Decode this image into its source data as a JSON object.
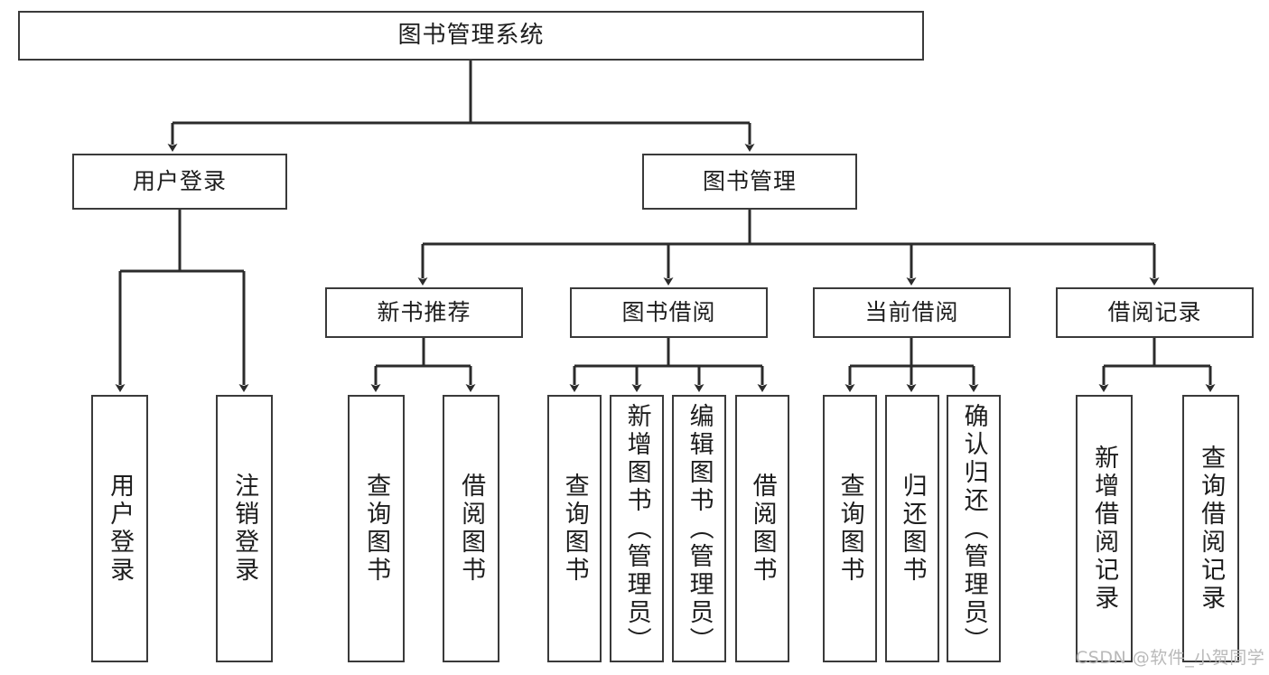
{
  "diagram": {
    "title": "图书管理系统",
    "type": "hierarchy-tree",
    "watermark": "CSDN @软件_小贺同学",
    "colors": {
      "box_border": "#3a3a3a",
      "box_fill": "#ffffff",
      "connector": "#2b2b2b",
      "text": "#1d1d1d",
      "watermark": "#b9b9b9"
    },
    "levels": [
      {
        "level": 0,
        "nodes": [
          {
            "id": "root",
            "label": "图书管理系统"
          }
        ]
      },
      {
        "level": 1,
        "nodes": [
          {
            "id": "login",
            "label": "用户登录"
          },
          {
            "id": "bookmgmt",
            "label": "图书管理"
          }
        ]
      },
      {
        "level": 2,
        "nodes": [
          {
            "id": "newbook",
            "label": "新书推荐"
          },
          {
            "id": "borrow",
            "label": "图书借阅"
          },
          {
            "id": "current",
            "label": "当前借阅"
          },
          {
            "id": "records",
            "label": "借阅记录"
          }
        ]
      },
      {
        "level": 3,
        "nodes": [
          {
            "id": "l1",
            "label": "用户登录"
          },
          {
            "id": "l2",
            "label": "注销登录"
          },
          {
            "id": "l3",
            "label": "查询图书"
          },
          {
            "id": "l4",
            "label": "借阅图书"
          },
          {
            "id": "l5",
            "label": "查询图书"
          },
          {
            "id": "l6",
            "label": "新增图书（管理员）"
          },
          {
            "id": "l7",
            "label": "编辑图书（管理员）"
          },
          {
            "id": "l8",
            "label": "借阅图书"
          },
          {
            "id": "l9",
            "label": "查询图书"
          },
          {
            "id": "l10",
            "label": "归还图书"
          },
          {
            "id": "l11",
            "label": "确认归还（管理员）"
          },
          {
            "id": "l12",
            "label": "新增借阅记录"
          },
          {
            "id": "l13",
            "label": "查询借阅记录"
          }
        ]
      }
    ],
    "edges": [
      {
        "from": "root",
        "to": "login"
      },
      {
        "from": "root",
        "to": "bookmgmt"
      },
      {
        "from": "login",
        "to": "l1"
      },
      {
        "from": "login",
        "to": "l2"
      },
      {
        "from": "bookmgmt",
        "to": "newbook"
      },
      {
        "from": "bookmgmt",
        "to": "borrow"
      },
      {
        "from": "bookmgmt",
        "to": "current"
      },
      {
        "from": "bookmgmt",
        "to": "records"
      },
      {
        "from": "newbook",
        "to": "l3"
      },
      {
        "from": "newbook",
        "to": "l4"
      },
      {
        "from": "borrow",
        "to": "l5"
      },
      {
        "from": "borrow",
        "to": "l6"
      },
      {
        "from": "borrow",
        "to": "l7"
      },
      {
        "from": "borrow",
        "to": "l8"
      },
      {
        "from": "current",
        "to": "l9"
      },
      {
        "from": "current",
        "to": "l10"
      },
      {
        "from": "current",
        "to": "l11"
      },
      {
        "from": "records",
        "to": "l12"
      },
      {
        "from": "records",
        "to": "l13"
      }
    ]
  }
}
